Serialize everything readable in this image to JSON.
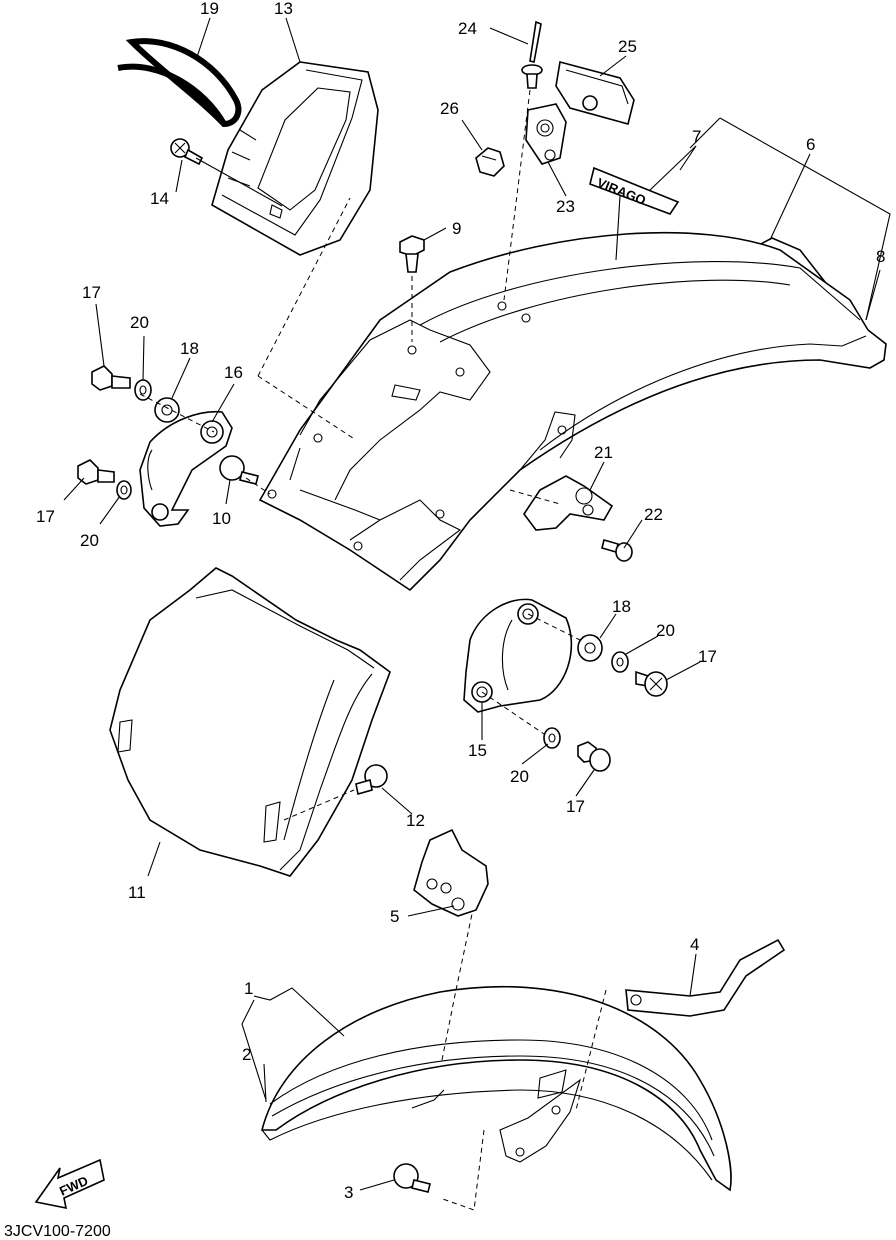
{
  "diagram": {
    "code": "3JCV100-7200",
    "fwd_label": "FWD",
    "badge_text": "VIRAGO",
    "callouts": [
      {
        "id": "c19",
        "text": "19"
      },
      {
        "id": "c13",
        "text": "13"
      },
      {
        "id": "c14",
        "text": "14"
      },
      {
        "id": "c24",
        "text": "24"
      },
      {
        "id": "c25",
        "text": "25"
      },
      {
        "id": "c26",
        "text": "26"
      },
      {
        "id": "c23",
        "text": "23"
      },
      {
        "id": "c7",
        "text": "7"
      },
      {
        "id": "c6",
        "text": "6"
      },
      {
        "id": "c8",
        "text": "8"
      },
      {
        "id": "c9",
        "text": "9"
      },
      {
        "id": "c17a",
        "text": "17"
      },
      {
        "id": "c20a",
        "text": "20"
      },
      {
        "id": "c18a",
        "text": "18"
      },
      {
        "id": "c16",
        "text": "16"
      },
      {
        "id": "c17b",
        "text": "17"
      },
      {
        "id": "c20b",
        "text": "20"
      },
      {
        "id": "c10",
        "text": "10"
      },
      {
        "id": "c21",
        "text": "21"
      },
      {
        "id": "c22",
        "text": "22"
      },
      {
        "id": "c18b",
        "text": "18"
      },
      {
        "id": "c20c",
        "text": "20"
      },
      {
        "id": "c17c",
        "text": "17"
      },
      {
        "id": "c15",
        "text": "15"
      },
      {
        "id": "c20d",
        "text": "20"
      },
      {
        "id": "c17d",
        "text": "17"
      },
      {
        "id": "c12",
        "text": "12"
      },
      {
        "id": "c11",
        "text": "11"
      },
      {
        "id": "c5",
        "text": "5"
      },
      {
        "id": "c4",
        "text": "4"
      },
      {
        "id": "c1",
        "text": "1"
      },
      {
        "id": "c2",
        "text": "2"
      },
      {
        "id": "c3",
        "text": "3"
      }
    ]
  }
}
